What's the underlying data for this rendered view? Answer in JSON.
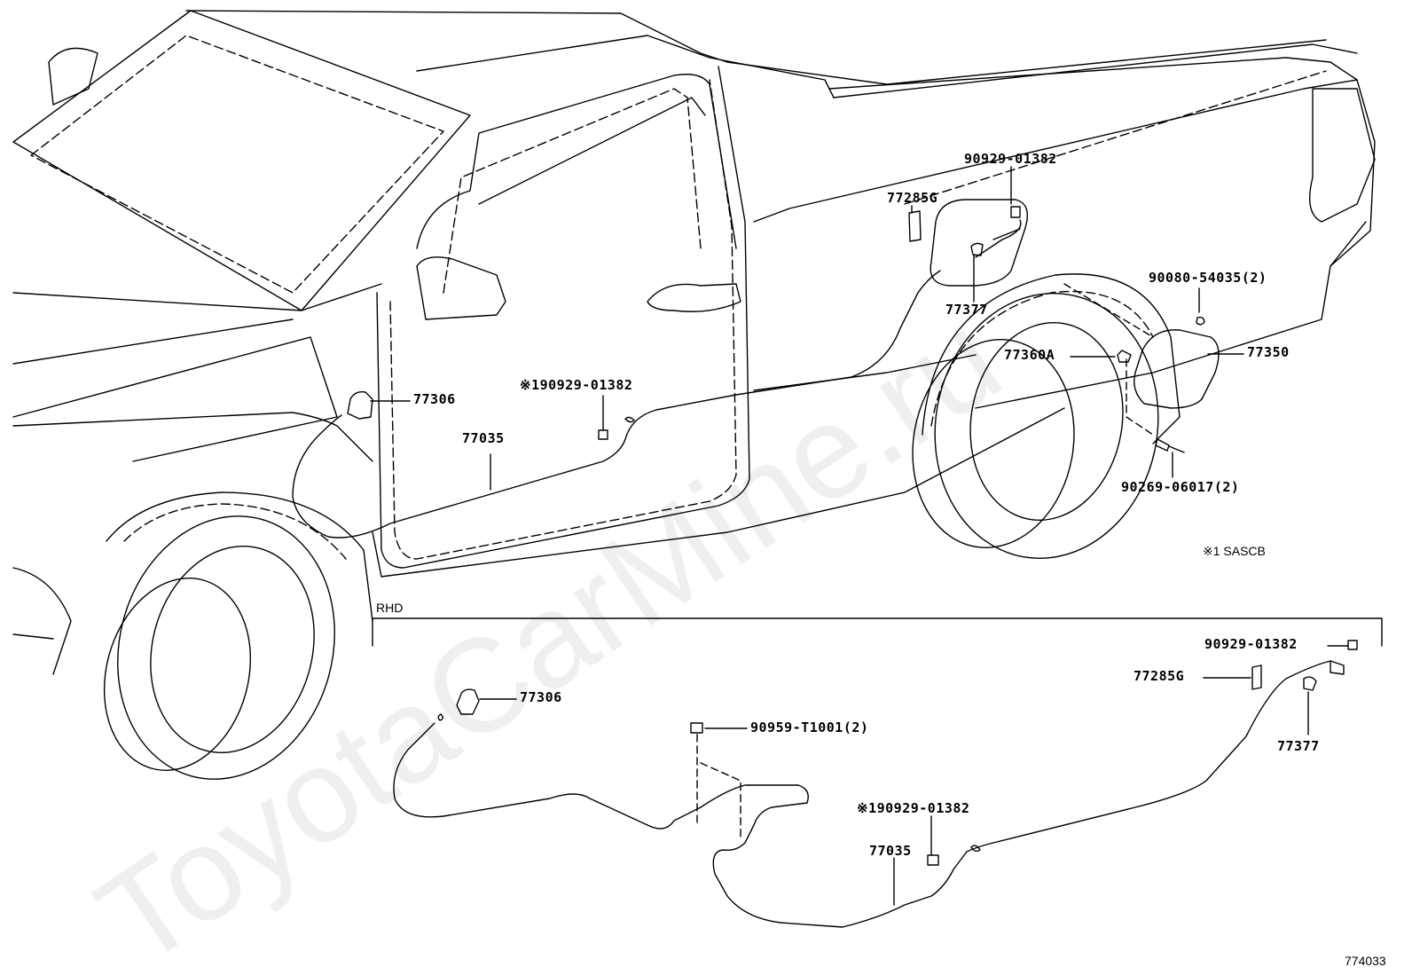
{
  "watermark": "ToyotaCarMine.ru",
  "diagram_id": "774033",
  "footnote": "※1 SASCB",
  "section_label": "RHD",
  "labels": {
    "p77306_top": "77306",
    "p77035_top": "77035",
    "p90929_note_top": "※190929-01382",
    "p77285g_top": "77285G",
    "p90929_top": "90929-01382",
    "p77377_top": "77377",
    "p90080": "90080-54035(2)",
    "p77360a": "77360A",
    "p77350": "77350",
    "p90269": "90269-06017(2)",
    "p77306_rhd": "77306",
    "p90959": "90959-T1001(2)",
    "p90929_rhd": "90929-01382",
    "p77285g_rhd": "77285G",
    "p77377_rhd": "77377",
    "p90929_note_rhd": "※190929-01382",
    "p77035_rhd": "77035"
  }
}
